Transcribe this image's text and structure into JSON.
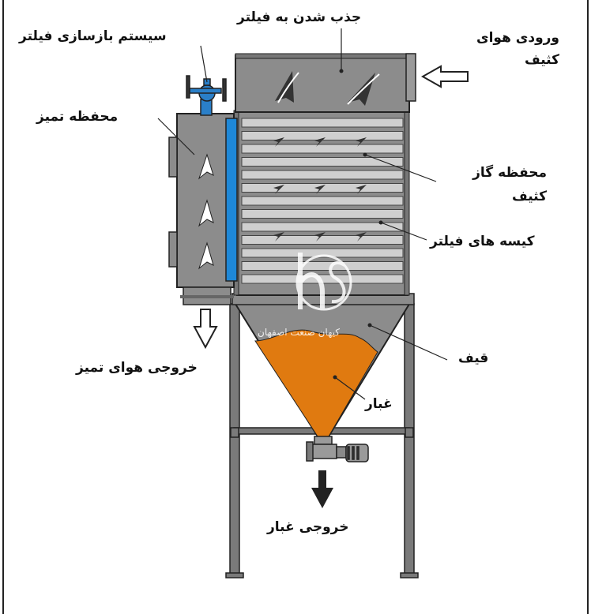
{
  "labels": {
    "filter_cleaning_system": "سیستم بازسازی فیلتر",
    "suction_to_filter": "جذب شدن به فیلتر",
    "dirty_air_inlet": "ورودی هوای کثیف",
    "clean_chamber": "محفظه تمیز",
    "dirty_gas_chamber": "محفظه گاز کثیف",
    "filter_bags": "کیسه های فیلتر",
    "clean_air_outlet": "خروجی هوای تمیز",
    "hopper": "قیف",
    "dust": "غبار",
    "dust_outlet": "خروجی غبار"
  },
  "watermark": {
    "mark": "hs",
    "company": "کیهان صنعت اصفهان"
  },
  "colors": {
    "steel": "#8c8c8c",
    "steel_dark": "#6e6e6e",
    "bags": "#cfcfcf",
    "dust": "#e07a10",
    "clean_duct": "#1e88d8",
    "line": "#222222"
  }
}
